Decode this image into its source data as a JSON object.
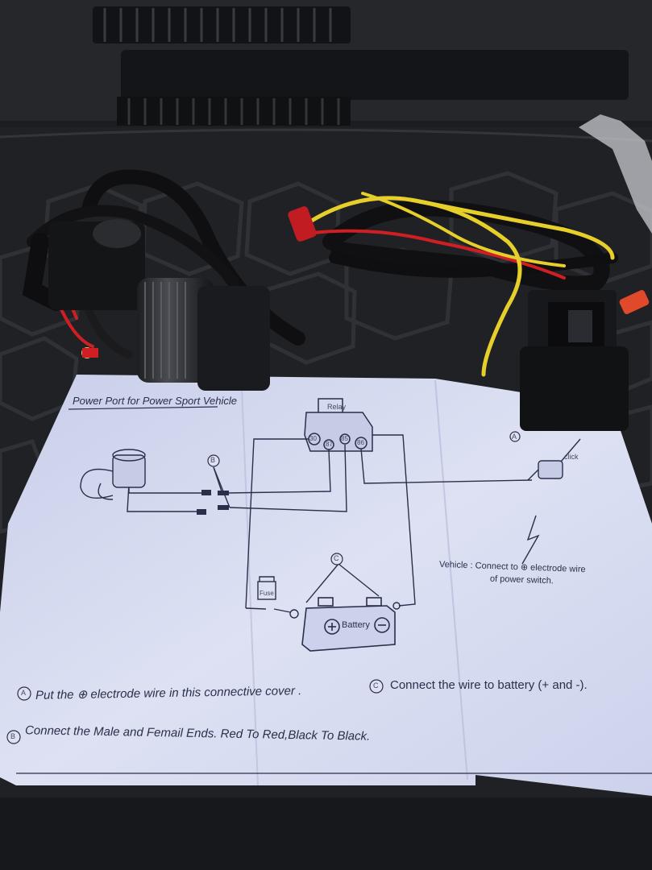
{
  "manual": {
    "title": "Power Port for Power Sport Vehicle",
    "relay_label": "Relay",
    "pin_30": "30",
    "pin_87": "87",
    "pin_85": "85",
    "pin_86": "86",
    "marker_a": "A",
    "marker_b": "B",
    "marker_c": "C",
    "click_label": "click",
    "fuse_label": "Fuse",
    "battery_label": "Battery",
    "vehicle_line1": "Vehicle  : Connect to ⊕ electrode wire",
    "vehicle_line2": "of power switch.",
    "step_a": "Put the ⊕ electrode wire in this connective cover .",
    "step_c": "Connect the wire to battery (+ and -).",
    "step_b": "Connect the Male and Femail Ends.  Red To Red,Black To Black."
  },
  "colors": {
    "background": "#1c1d20",
    "paper": "#d7dcf2",
    "ink": "#2a2f4a",
    "wire_red": "#d01f23",
    "wire_yellow": "#e6cf2a",
    "wire_black": "#121214"
  }
}
